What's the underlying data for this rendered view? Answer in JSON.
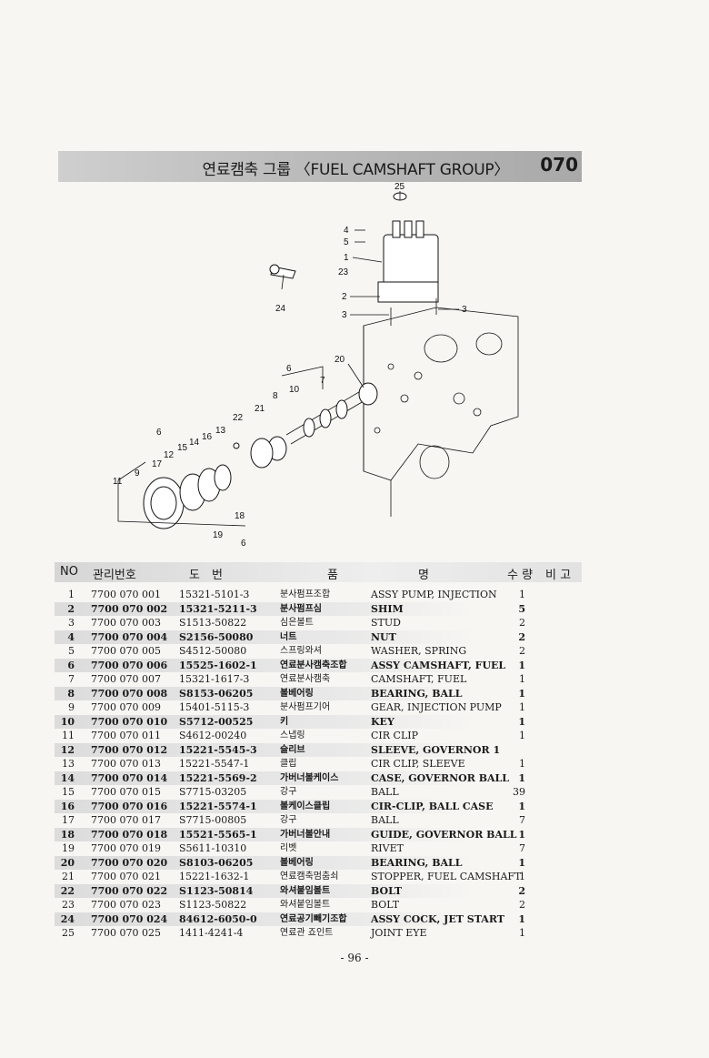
{
  "header": {
    "title": "연료캠축 그룹 〈FUEL CAMSHAFT GROUP〉",
    "code": "070"
  },
  "diagram": {
    "callouts": [
      "25",
      "4",
      "5",
      "1",
      "23",
      "24",
      "2",
      "3",
      "3",
      "6",
      "20",
      "10",
      "7",
      "8",
      "21",
      "22",
      "13",
      "16",
      "14",
      "15",
      "12",
      "17",
      "9",
      "6",
      "11",
      "18",
      "19",
      "6"
    ]
  },
  "table": {
    "headers": {
      "no": "NO",
      "mgmt": "관리번호",
      "drawing": "도　번",
      "name_kr": "품",
      "name_en": "명",
      "qty": "수 량",
      "remark": "비 고"
    },
    "rows": [
      {
        "no": "1",
        "mgmt": "7700 070 001",
        "drawing": "15321-5101-3",
        "kr": "분사펌프조합",
        "en": "ASSY PUMP, INJECTION",
        "qty": "1",
        "shade": false
      },
      {
        "no": "2",
        "mgmt": "7700 070 002",
        "drawing": "15321-5211-3",
        "kr": "분사펌프심",
        "en": "SHIM",
        "qty": "5",
        "shade": true
      },
      {
        "no": "3",
        "mgmt": "7700 070 003",
        "drawing": "S1513-50822",
        "kr": "심은볼트",
        "en": "STUD",
        "qty": "2",
        "shade": false
      },
      {
        "no": "4",
        "mgmt": "7700 070 004",
        "drawing": "S2156-50080",
        "kr": "너트",
        "en": "NUT",
        "qty": "2",
        "shade": true
      },
      {
        "no": "5",
        "mgmt": "7700 070 005",
        "drawing": "S4512-50080",
        "kr": "스프링와셔",
        "en": "WASHER, SPRING",
        "qty": "2",
        "shade": false
      },
      {
        "no": "6",
        "mgmt": "7700 070 006",
        "drawing": "15525-1602-1",
        "kr": "연료분사캠축조합",
        "en": "ASSY CAMSHAFT, FUEL",
        "qty": "1",
        "shade": true
      },
      {
        "no": "7",
        "mgmt": "7700 070 007",
        "drawing": "15321-1617-3",
        "kr": "연료분사캠축",
        "en": "CAMSHAFT, FUEL",
        "qty": "1",
        "shade": false
      },
      {
        "no": "8",
        "mgmt": "7700 070 008",
        "drawing": "S8153-06205",
        "kr": "볼베어링",
        "en": "BEARING, BALL",
        "qty": "1",
        "shade": true
      },
      {
        "no": "9",
        "mgmt": "7700 070 009",
        "drawing": "15401-5115-3",
        "kr": "분사펌프기어",
        "en": "GEAR, INJECTION PUMP",
        "qty": "1",
        "shade": false
      },
      {
        "no": "10",
        "mgmt": "7700 070 010",
        "drawing": "S5712-00525",
        "kr": "키",
        "en": "KEY",
        "qty": "1",
        "shade": true
      },
      {
        "no": "11",
        "mgmt": "7700 070 011",
        "drawing": "S4612-00240",
        "kr": "스냅링",
        "en": "CIR CLIP",
        "qty": "1",
        "shade": false
      },
      {
        "no": "12",
        "mgmt": "7700 070 012",
        "drawing": "15221-5545-3",
        "kr": "슬리브",
        "en": "SLEEVE, GOVERNOR 1",
        "qty": "",
        "shade": true
      },
      {
        "no": "13",
        "mgmt": "7700 070 013",
        "drawing": "15221-5547-1",
        "kr": "클립",
        "en": "CIR CLIP, SLEEVE",
        "qty": "1",
        "shade": false
      },
      {
        "no": "14",
        "mgmt": "7700 070 014",
        "drawing": "15221-5569-2",
        "kr": "가버너볼케이스",
        "en": "CASE, GOVERNOR BALL",
        "qty": "1",
        "shade": true
      },
      {
        "no": "15",
        "mgmt": "7700 070 015",
        "drawing": "S7715-03205",
        "kr": "강구",
        "en": "BALL",
        "qty": "39",
        "shade": false
      },
      {
        "no": "16",
        "mgmt": "7700 070 016",
        "drawing": "15221-5574-1",
        "kr": "볼케이스클립",
        "en": "CIR-CLIP, BALL CASE",
        "qty": "1",
        "shade": true
      },
      {
        "no": "17",
        "mgmt": "7700 070 017",
        "drawing": "S7715-00805",
        "kr": "강구",
        "en": "BALL",
        "qty": "7",
        "shade": false
      },
      {
        "no": "18",
        "mgmt": "7700 070 018",
        "drawing": "15521-5565-1",
        "kr": "가버너볼안내",
        "en": "GUIDE, GOVERNOR BALL",
        "qty": "1",
        "shade": true
      },
      {
        "no": "19",
        "mgmt": "7700 070 019",
        "drawing": "S5611-10310",
        "kr": "리벳",
        "en": "RIVET",
        "qty": "7",
        "shade": false
      },
      {
        "no": "20",
        "mgmt": "7700 070 020",
        "drawing": "S8103-06205",
        "kr": "볼베어링",
        "en": "BEARING, BALL",
        "qty": "1",
        "shade": true
      },
      {
        "no": "21",
        "mgmt": "7700 070 021",
        "drawing": "15221-1632-1",
        "kr": "연료캠축멈춤쇠",
        "en": "STOPPER, FUEL CAMSHAFT",
        "qty": "1",
        "shade": false
      },
      {
        "no": "22",
        "mgmt": "7700 070 022",
        "drawing": "S1123-50814",
        "kr": "와셔붙임볼트",
        "en": "BOLT",
        "qty": "2",
        "shade": true
      },
      {
        "no": "23",
        "mgmt": "7700 070 023",
        "drawing": "S1123-50822",
        "kr": "와셔붙임볼트",
        "en": "BOLT",
        "qty": "2",
        "shade": false
      },
      {
        "no": "24",
        "mgmt": "7700 070 024",
        "drawing": "84612-6050-0",
        "kr": "연료공기빼기조합",
        "en": "ASSY COCK, JET START",
        "qty": "1",
        "shade": true
      },
      {
        "no": "25",
        "mgmt": "7700 070 025",
        "drawing": "1411-4241-4",
        "kr": "연료관 죠인트",
        "en": "JOINT EYE",
        "qty": "1",
        "shade": false
      }
    ]
  },
  "footer": {
    "page": "- 96 -"
  }
}
